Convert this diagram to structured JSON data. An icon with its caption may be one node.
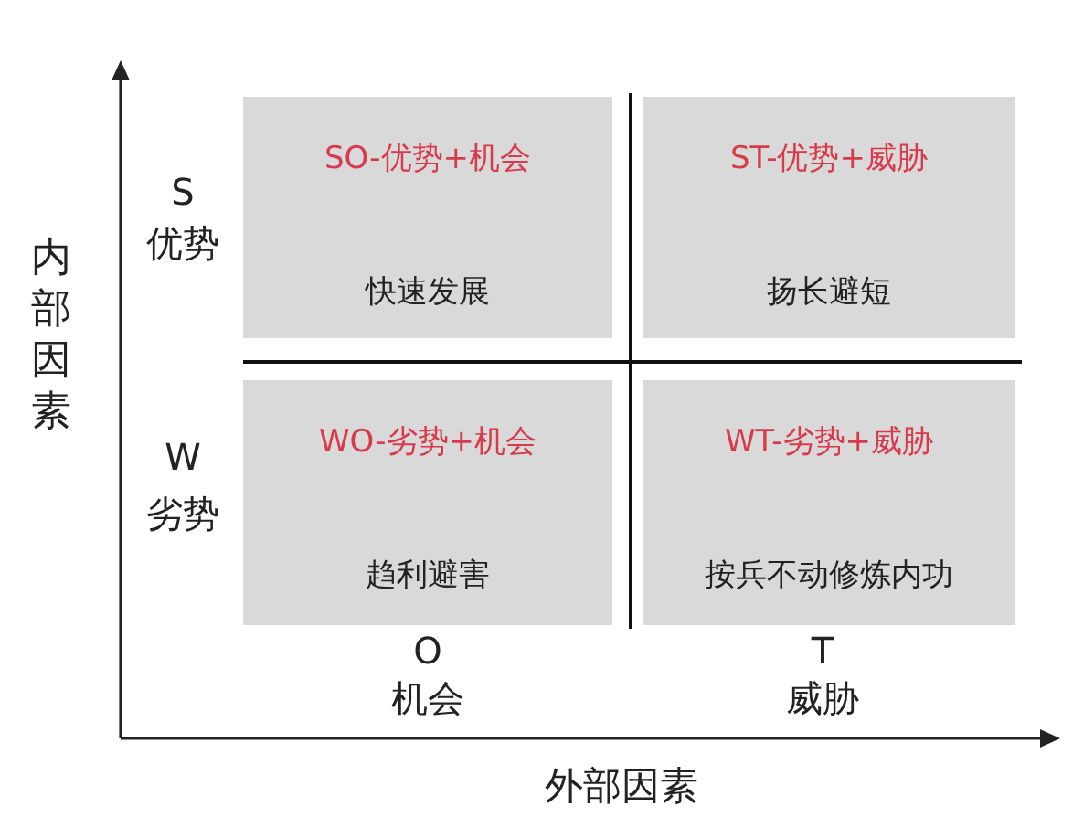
{
  "diagram": {
    "nodes": [
      {
        "text": [
          "SO-优势+机会",
          "快速发展"
        ]
      },
      {
        "text": [
          "ST-优势+威胁",
          "扬长避短"
        ]
      },
      {
        "text": [
          "WO-劣势+机会",
          "趋利避害"
        ]
      },
      {
        "text": [
          "WT-劣势+威胁",
          "按兵不动修炼内功"
        ]
      }
    ],
    "labels": [
      "内部因素",
      "S 优势",
      "W 劣势",
      "O 机会",
      "T 威胁",
      "外部因素"
    ]
  }
}
